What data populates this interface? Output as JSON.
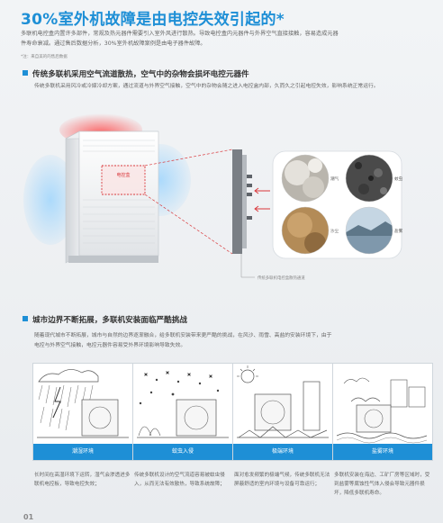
{
  "header": {
    "title": "30%室外机故障是由电控失效引起的*",
    "intro_line1": "多联机电控盒内置许多部件，常规及热元器件需要引入室外风进行散热。导致电控盒内元器件与外界空气直接接触，容易造成元器",
    "intro_line2": "件寿命衰减。通过售后数据分析，30%室外机故障案例是由电子器件故障。",
    "note": "*注：来自美的的售后数据"
  },
  "section1": {
    "heading": "传统多联机采用空气流道散热，空气中的杂物会损坏电控元器件",
    "body": "传统多联机采用风冷或冷媒冷却方案，通过流道与外界空气接触，空气中的杂物会随之进入电控盒内部，久而久之引起电控失效，影响系统正常运行。",
    "diagram": {
      "box_label": "电控盒",
      "panel_caption": "传统多联机电控盒散热通道",
      "contaminants": [
        "潮气",
        "蚊虫",
        "沙尘",
        "盐雾"
      ]
    }
  },
  "section2": {
    "heading": "城市边界不断拓展，多联机安装面临严酷挑战",
    "body_line1": "随着现代城市不断拓展，城市与自然的边界逐渐融合，给多联机安装带来更严酷的挑战，在风沙、雨雪、高盐的安装环境下，由于",
    "body_line2": "电控与外界空气接触，电控元器件容易受外界环境影响导致失效。",
    "cards": [
      {
        "label": "潮湿环境",
        "desc": "长时间在高湿环境下运转，湿气会渗透进多联机电控板，导致电控失效；"
      },
      {
        "label": "蚊虫入侵",
        "desc": "传统多联机设计的空气流道容易被蚊虫侵入，从而无法有效散热，导致系统故障；"
      },
      {
        "label": "极端环境",
        "desc": "面对愈发频繁的极端气候，传统多联机无法屏蔽舒适的室内环境与设备可靠运行；"
      },
      {
        "label": "盐雾环境",
        "desc": "多联机安装在海边、工矿厂房等区域时，受到盐雾等腐蚀性气体入侵会导致元器件损坏，降低多联机寿命。"
      }
    ]
  },
  "footer": {
    "page_number": "01"
  },
  "colors": {
    "accent": "#1e8fd6",
    "danger": "#d9373a"
  }
}
